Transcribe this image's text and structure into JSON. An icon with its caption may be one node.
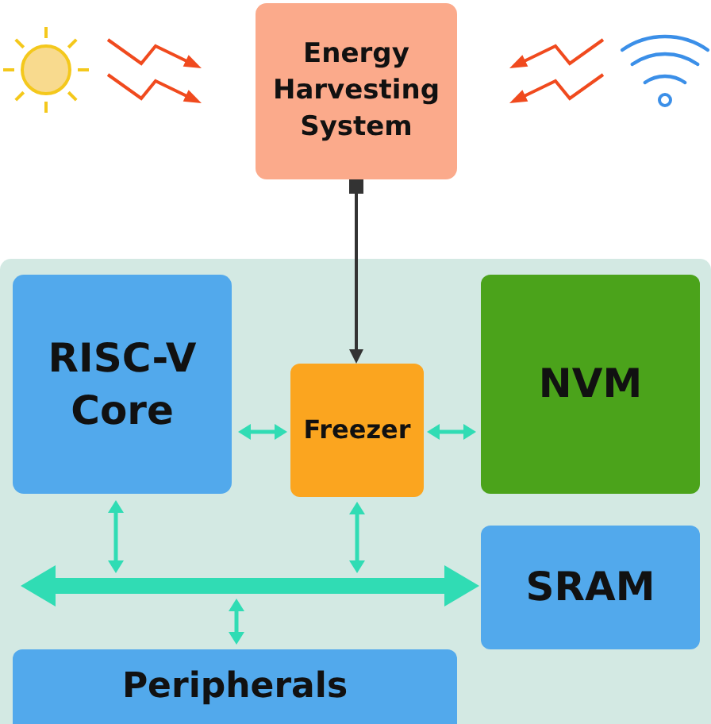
{
  "diagram": {
    "nodes": [
      {
        "text": [],
        "shape": "picture"
      },
      {
        "text": [
          "Energy Harvesting System"
        ]
      },
      {
        "text": [],
        "shape": "picture"
      },
      {
        "text": [],
        "shape": "box"
      },
      {
        "text": [
          "RISC-V Core"
        ],
        "in": 3
      },
      {
        "text": [
          "Freezer"
        ],
        "in": 3
      },
      {
        "text": [
          "NVM"
        ],
        "in": 3
      },
      {
        "text": [],
        "shape": "bar",
        "in": 3
      },
      {
        "text": [
          "SRAM"
        ],
        "in": 3
      },
      {
        "text": [
          "Peripherals"
        ],
        "in": 3
      }
    ],
    "edges": [
      {
        "from": 0,
        "to": 1,
        "arrow": "to",
        "color": "#f04a1e"
      },
      {
        "from": 0,
        "to": 1,
        "arrow": "to",
        "color": "#f04a1e"
      },
      {
        "from": 2,
        "to": 1,
        "arrow": "to",
        "color": "#f04a1e"
      },
      {
        "from": 2,
        "to": 1,
        "arrow": "to",
        "color": "#f04a1e"
      },
      {
        "from": 1,
        "to": 5,
        "arrow": "to",
        "color": "#333333"
      },
      {
        "from": 4,
        "to": 5,
        "arrow": "both"
      },
      {
        "from": 5,
        "to": 6,
        "arrow": "both"
      },
      {
        "from": 4,
        "to": 7,
        "arrow": "both"
      },
      {
        "from": 5,
        "to": 7,
        "arrow": "both"
      },
      {
        "from": 7,
        "to": 9,
        "arrow": "both"
      },
      {
        "from": 7,
        "to": 8,
        "arrow": "to",
        "style": "thick"
      }
    ]
  }
}
